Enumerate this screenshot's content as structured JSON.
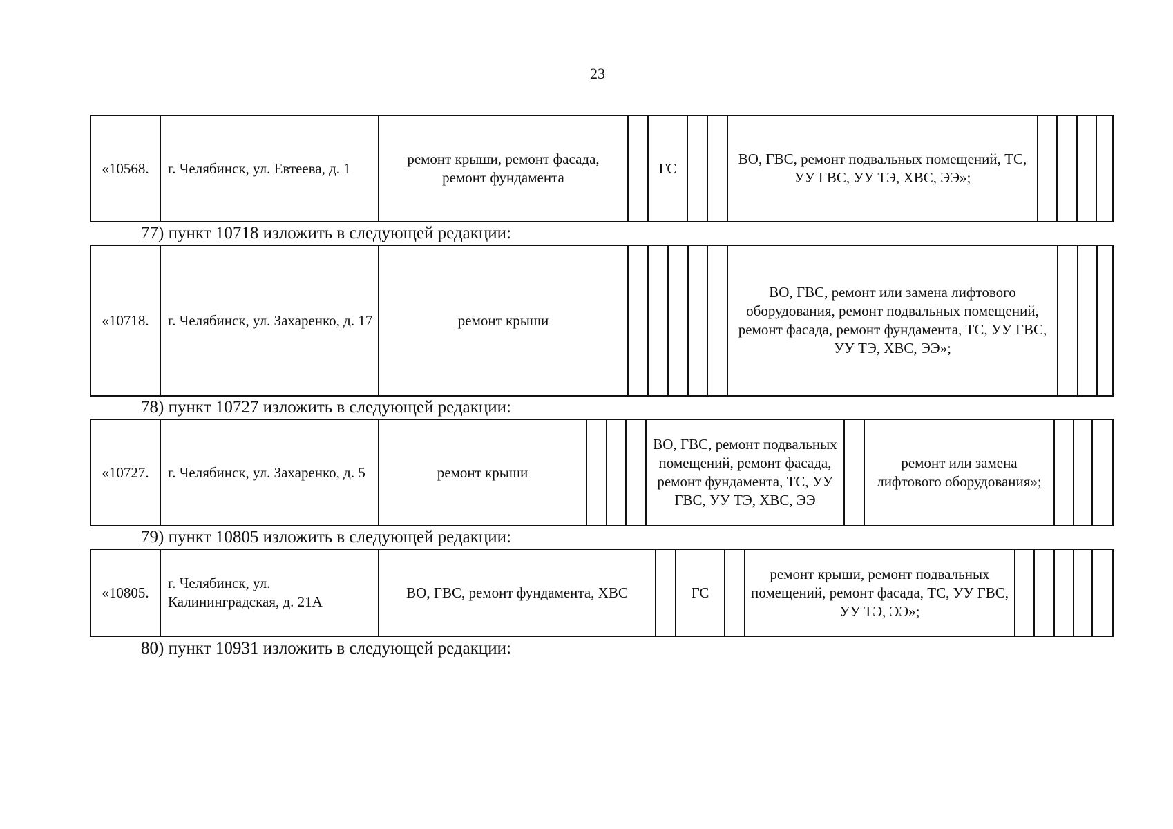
{
  "page_number": "23",
  "rows": [
    {
      "num": "«10568.",
      "address": "г. Челябинск, ул. Евтеева, д. 1",
      "works1": "ремонт крыши, ремонт фасада, ремонт фундамента",
      "code": "ГС",
      "works2": "ВО, ГВС, ремонт подвальных помещений, ТС, УУ ГВС, УУ ТЭ, ХВС, ЭЭ»;"
    },
    {
      "num": "«10718.",
      "address": "г. Челябинск, ул. Захаренко, д. 17",
      "works1": "ремонт крыши",
      "works2": "ВО, ГВС, ремонт или замена лифтового оборудования, ремонт подвальных помещений, ремонт фасада, ремонт фундамента, ТС, УУ ГВС, УУ ТЭ, ХВС, ЭЭ»;"
    },
    {
      "num": "«10727.",
      "address": "г. Челябинск, ул. Захаренко, д. 5",
      "works1": "ремонт крыши",
      "works2": "ВО, ГВС, ремонт подвальных помещений, ремонт фасада, ремонт фундамента, ТС, УУ ГВС, УУ ТЭ, ХВС, ЭЭ",
      "works3": "ремонт или замена лифтового оборудования»;"
    },
    {
      "num": "«10805.",
      "address": "г. Челябинск, ул. Калининградская, д. 21А",
      "works1": "ВО, ГВС, ремонт фундамента, ХВС",
      "code": "ГС",
      "works2": "ремонт крыши, ремонт подвальных помещений, ремонт фасада, ТС, УУ ГВС, УУ ТЭ, ЭЭ»;"
    }
  ],
  "intros": [
    "77) пункт 10718 изложить в следующей редакции:",
    "78) пункт 10727 изложить в следующей редакции:",
    "79) пункт 10805 изложить в следующей редакции:",
    "80) пункт 10931 изложить в следующей редакции:"
  ]
}
